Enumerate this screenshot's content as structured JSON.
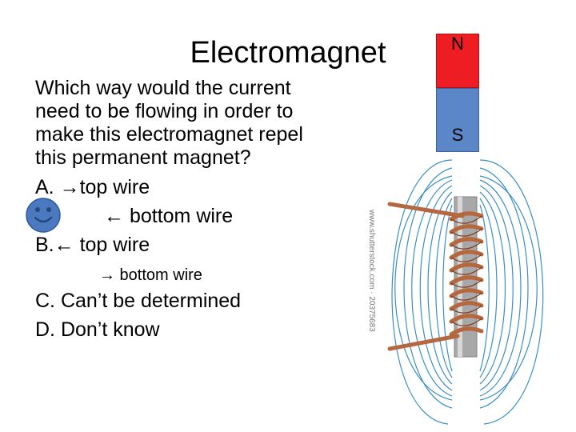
{
  "slide": {
    "title": "Electromagnet",
    "question_lines": [
      "Which way would the current",
      "need to be flowing in order to",
      "make this electromagnet repel",
      "this permanent magnet?"
    ],
    "options": {
      "a_prefix": "A. ",
      "a_top": "top wire",
      "a_bottom": "bottom wire",
      "b_prefix": "B.",
      "b_top": " top wire",
      "b_bottom": " bottom wire",
      "c": "C. Can’t be determined",
      "d": "D. Don’t know"
    }
  },
  "magnet": {
    "north_label": "N",
    "south_label": "S",
    "north_color": "#ee1c23",
    "south_color": "#5b86c8"
  },
  "figure": {
    "watermark": "www.shutterstock.com · 20375683",
    "field_line_color": "#3b8fc4",
    "coil_color": "#b5683f"
  },
  "icons": {
    "right_arrow": "right-arrow-icon",
    "left_arrow": "left-arrow-icon",
    "smiley": "smiley-face-icon"
  }
}
